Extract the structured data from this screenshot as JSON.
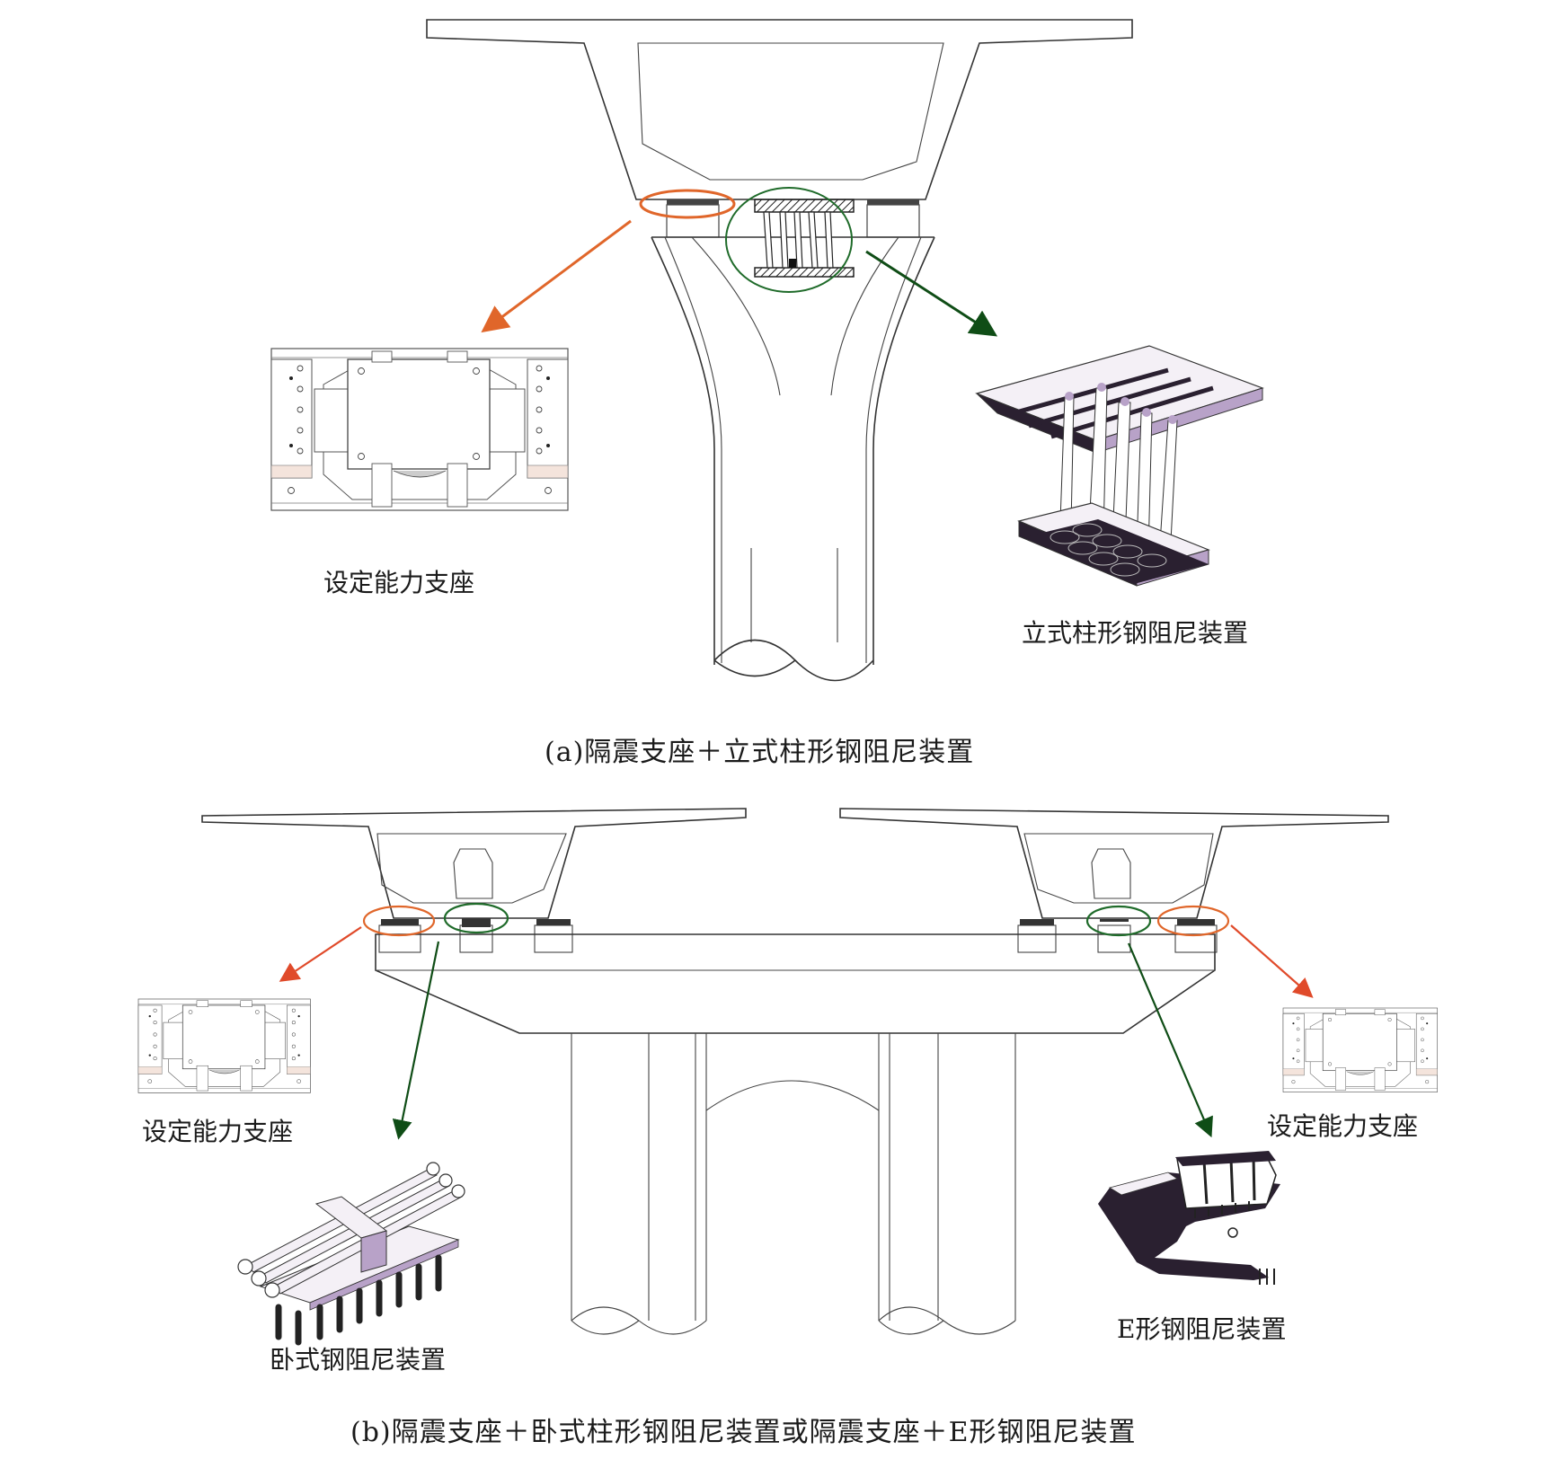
{
  "figure": {
    "part_a": {
      "caption": "(a)隔震支座＋立式柱形钢阻尼装置",
      "labels": {
        "bearing": "设定能力支座",
        "damper": "立式柱形钢阻尼装置"
      }
    },
    "part_b": {
      "caption": "(b)隔震支座＋卧式柱形钢阻尼装置或隔震支座＋E形钢阻尼装置",
      "labels": {
        "bearing_left": "设定能力支座",
        "bearing_right": "设定能力支座",
        "damper_left": "卧式钢阻尼装置",
        "damper_right": "E形钢阻尼装置"
      }
    },
    "colors": {
      "bearing_highlight": "#e0662a",
      "damper_highlight": "#1f6b2a",
      "damper_arrow": "#0f4d16",
      "bearing_arrow_b": "#e04a2a",
      "damper_purple": "#b8a2c8",
      "damper_dark": "#2a2030"
    }
  }
}
